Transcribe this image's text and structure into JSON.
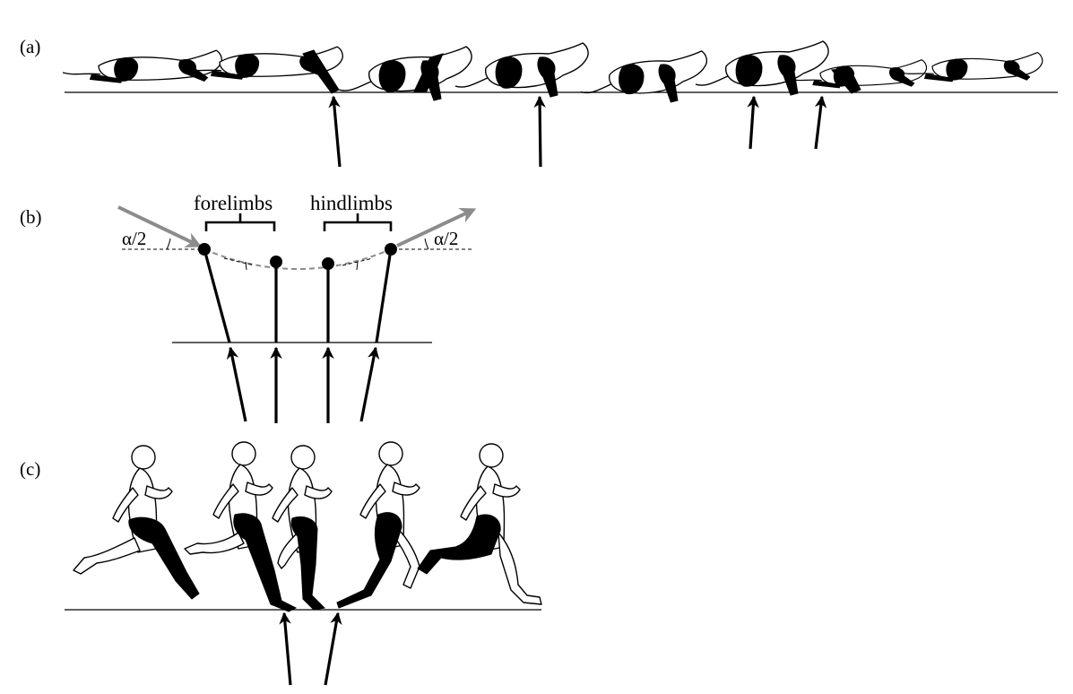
{
  "panels": {
    "a": {
      "label": "(a)"
    },
    "b": {
      "label": "(b)",
      "forelimbs_label": "forelimbs",
      "hindlimbs_label": "hindlimbs",
      "angle_left": "α/2",
      "angle_right": "α/2"
    },
    "c": {
      "label": "(c)"
    }
  },
  "colors": {
    "ink": "#000000",
    "grey_vector": "#8c8c8c",
    "background": "#ffffff"
  }
}
